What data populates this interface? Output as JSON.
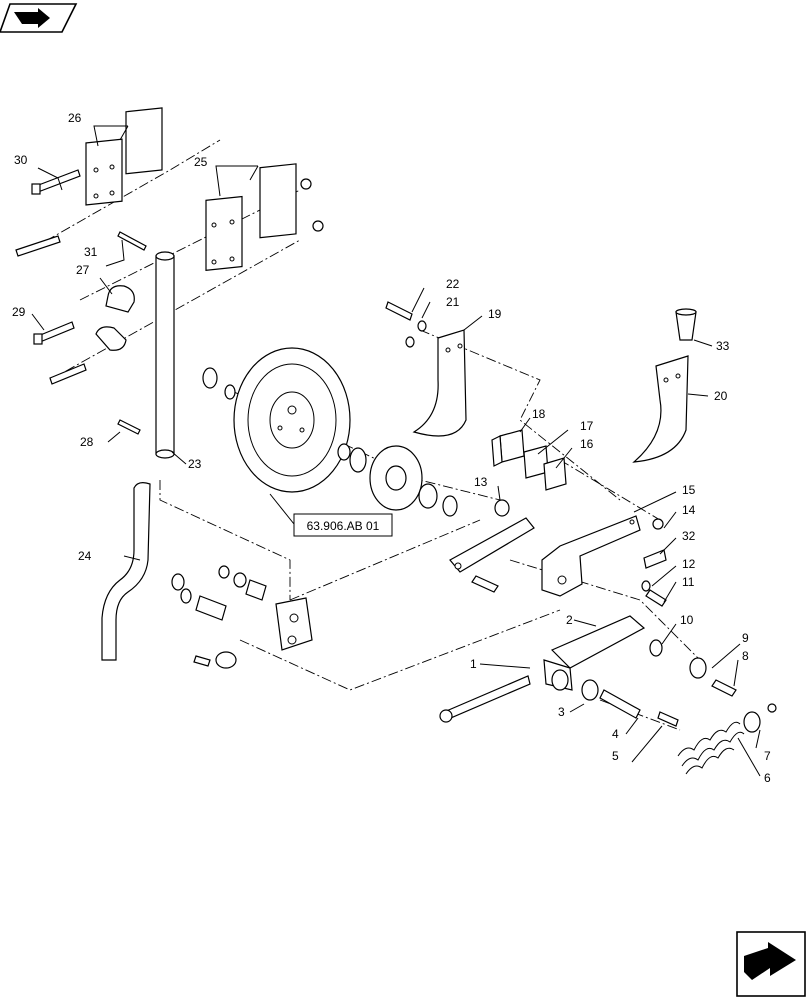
{
  "reference_box": {
    "label": "63.906.AB 01"
  },
  "callouts": [
    "1",
    "2",
    "3",
    "4",
    "5",
    "6",
    "7",
    "8",
    "9",
    "10",
    "11",
    "12",
    "13",
    "14",
    "15",
    "16",
    "17",
    "18",
    "19",
    "20",
    "21",
    "22",
    "23",
    "24",
    "25",
    "26",
    "27",
    "28",
    "29",
    "30",
    "31",
    "32",
    "33"
  ],
  "icons": {
    "top_left": "book-arrow-icon",
    "bottom_right": "next-page-arrow-icon"
  }
}
